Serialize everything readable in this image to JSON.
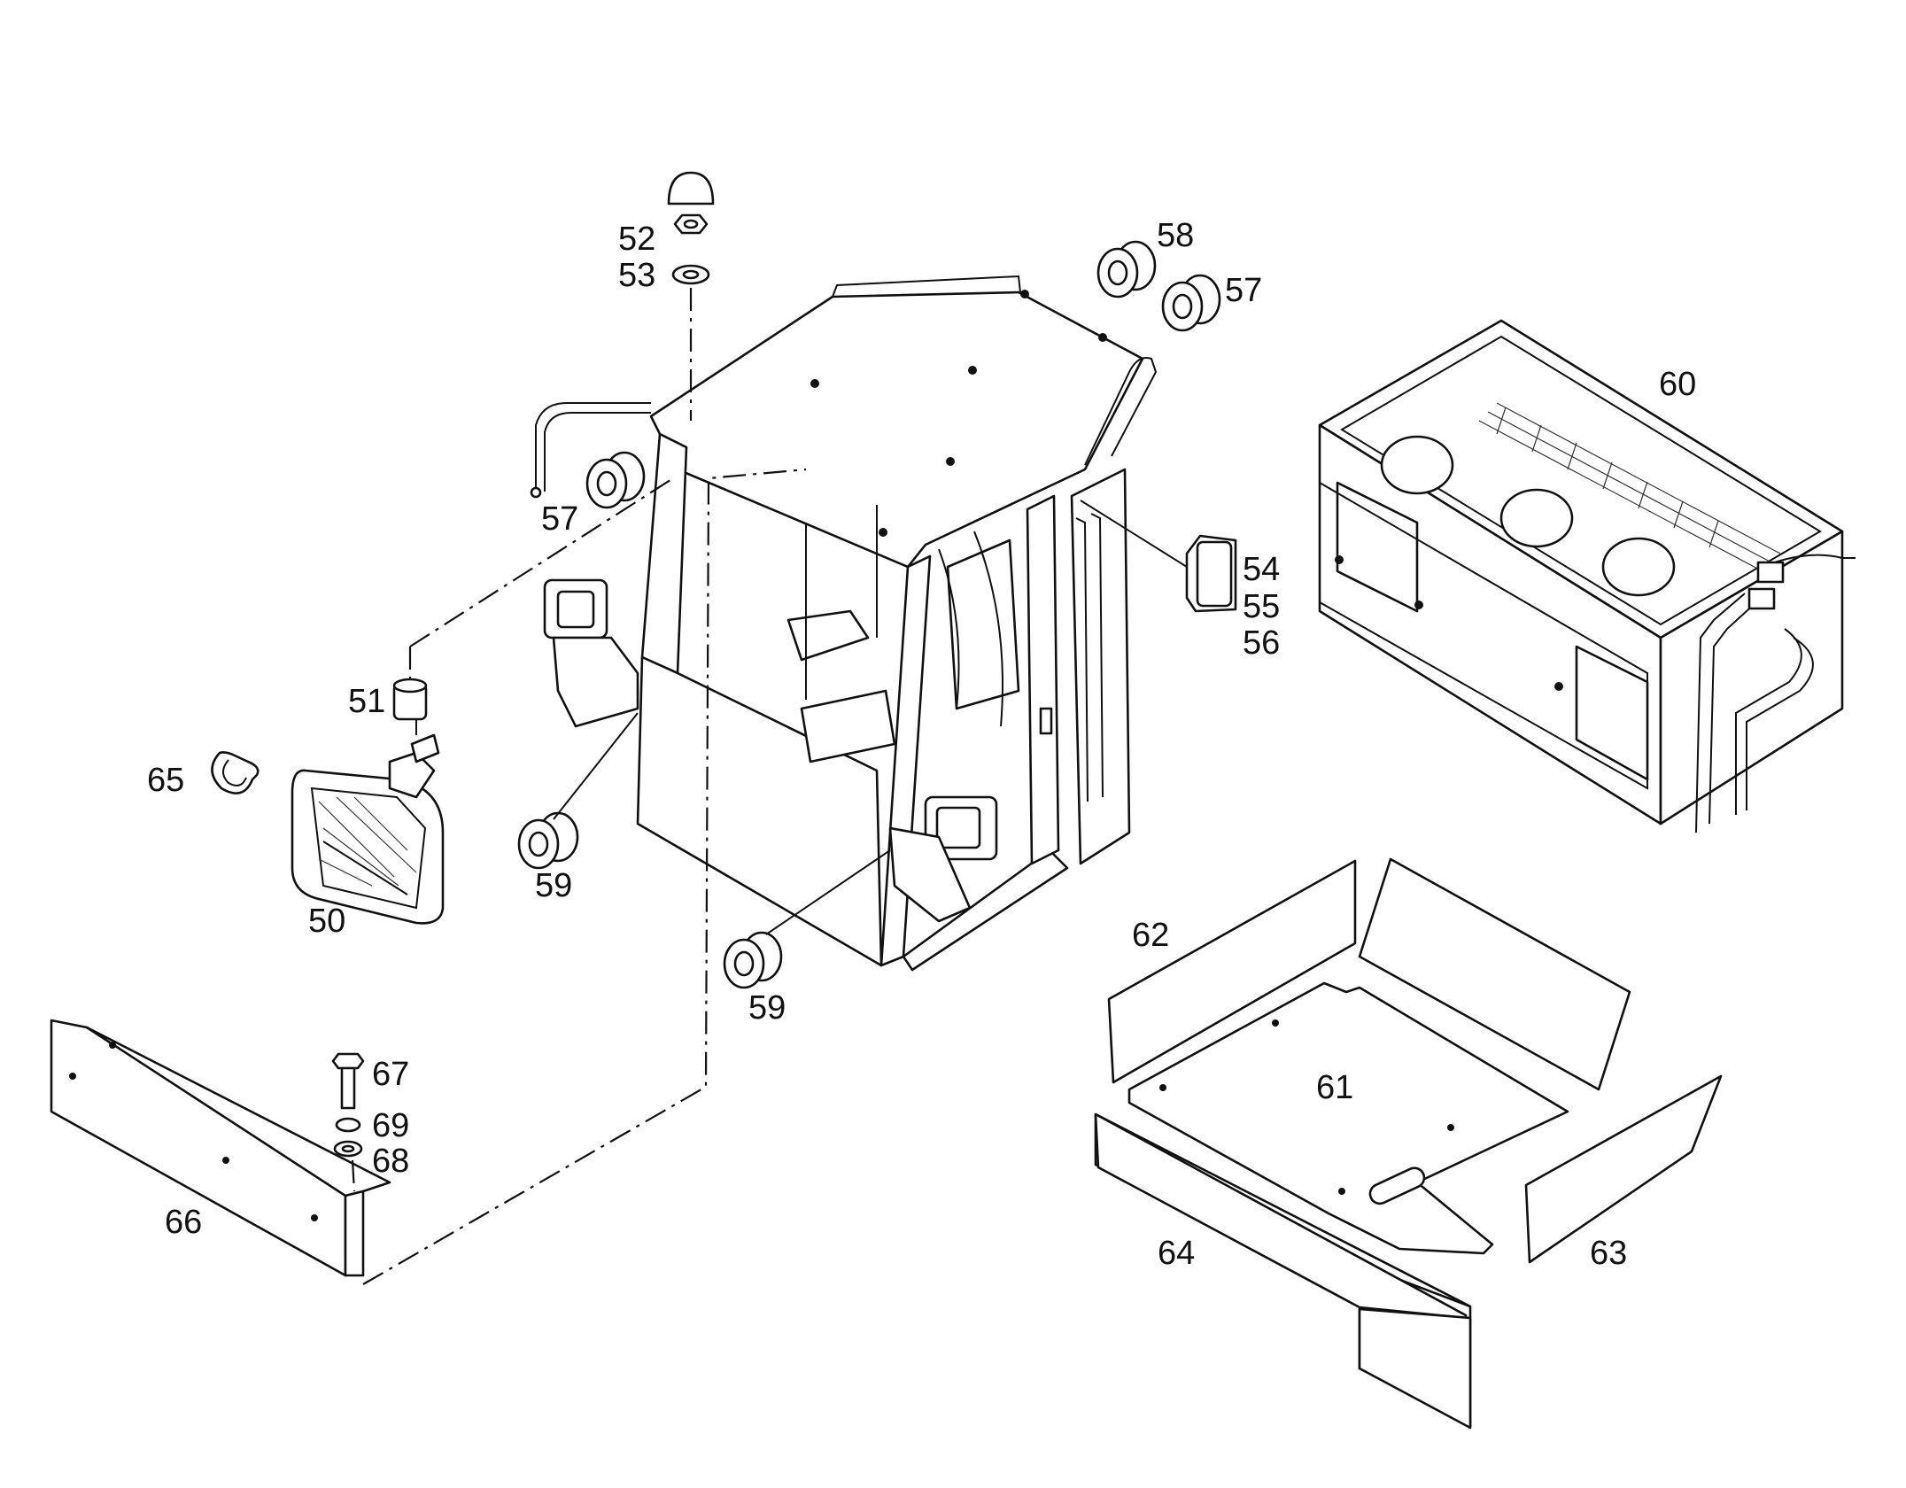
{
  "callouts": {
    "c50": "50",
    "c51": "51",
    "c52": "52",
    "c53": "53",
    "c54": "54",
    "c55": "55",
    "c56": "56",
    "c57a": "57",
    "c57b": "57",
    "c58": "58",
    "c59a": "59",
    "c59b": "59",
    "c60": "60",
    "c61": "61",
    "c62": "62",
    "c63": "63",
    "c64": "64",
    "c65": "65",
    "c66": "66",
    "c67": "67",
    "c68": "68",
    "c69": "69"
  },
  "colors": {
    "line": "#111111",
    "paper": "#ffffff"
  }
}
